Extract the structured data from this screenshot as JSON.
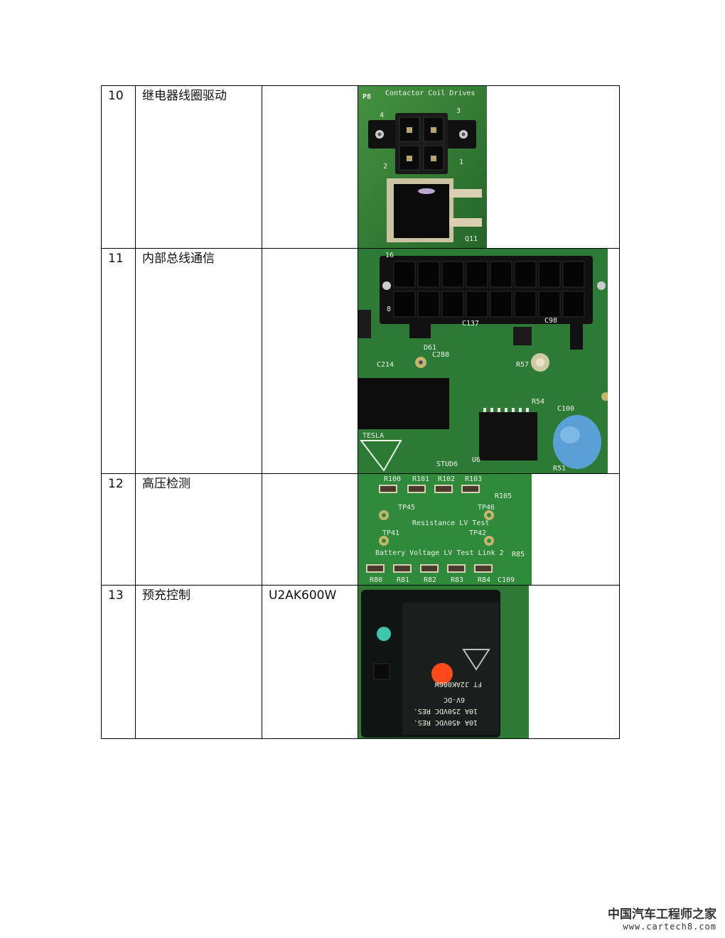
{
  "rows": [
    {
      "num": "10",
      "name": "继电器线圈驱动",
      "part": "",
      "photo": {
        "labels": [
          "P8",
          "Contactor Coil Drives",
          "4",
          "3",
          "2",
          "1",
          "Q11"
        ]
      }
    },
    {
      "num": "11",
      "name": "内部总线通信",
      "part": "",
      "photo": {
        "labels": [
          "16",
          "8",
          "C137",
          "C98",
          "D61",
          "C288",
          "C214",
          "R57",
          "R54",
          "C100",
          "R51",
          "U6",
          "STUD6",
          "TESLA"
        ]
      }
    },
    {
      "num": "12",
      "name": "高压检测",
      "part": "",
      "photo": {
        "labels": [
          "R100",
          "R101",
          "R102",
          "R103",
          "R105",
          "TP45",
          "TP46",
          "Resistance LV Test",
          "TP41",
          "TP42",
          "Battery Voltage LV Test Link 2",
          "R85",
          "R80",
          "R81",
          "R82",
          "R83",
          "R84",
          "C109"
        ]
      }
    },
    {
      "num": "13",
      "name": "预充控制",
      "part": "U2AK600W",
      "photo": {
        "labels": [
          "FT J2AK006W",
          "6V-DC",
          "10A 250VDC RES.",
          "10A 450VDC RES."
        ]
      }
    }
  ],
  "watermark": {
    "name": "中国汽车工程师之家",
    "url": "www.cartech8.com"
  }
}
